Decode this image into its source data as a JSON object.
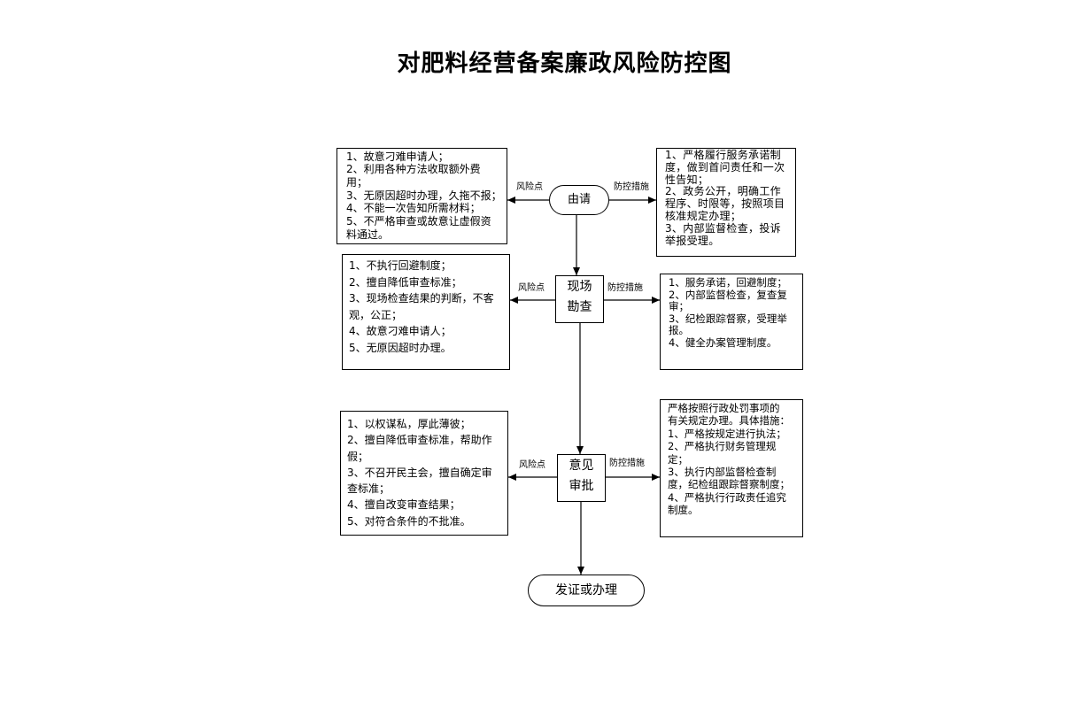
{
  "title": "对肥料经营备案廉政风险防控图",
  "stages": [
    {
      "name": [
        "由请"
      ],
      "risk_label": "风险点",
      "measure_label": "防控措施",
      "risks": [
        "1、故意刁难申请人；",
        "2、利用各种方法收取额外费",
        "用；",
        "3、无原因超时办理，久拖不报；",
        "4、不能一次告知所需材料；",
        "5、不严格审查或故意让虚假资",
        "料通过。"
      ],
      "measures": [
        "1、严格履行服务承诺制",
        "度，做到首问责任和一次",
        "性告知；",
        "2、政务公开，明确工作",
        "程序、时限等，按照项目",
        "核准规定办理；",
        "3、内部监督检查，投诉",
        "举报受理。"
      ]
    },
    {
      "name": [
        "现场",
        "勘查"
      ],
      "risk_label": "风险点",
      "measure_label": "防控措施",
      "risks": [
        "1、不执行回避制度；",
        "2、擅自降低审查标准；",
        "3、现场检查结果的判断，不客",
        "观，公正；",
        "4、故意刁难申请人；",
        "5、无原因超时办理。"
      ],
      "measures": [
        "1、服务承诺，回避制度；",
        "2、内部监督检查，复查复",
        "审；",
        "3、纪检跟踪督察，受理举",
        "报。",
        "4、健全办案管理制度。"
      ]
    },
    {
      "name": [
        "意见",
        "审批"
      ],
      "risk_label": "风险点",
      "measure_label": "防控措施",
      "risks": [
        "1、以权谋私，厚此薄彼；",
        "2、擅自降低审查标准，帮助作",
        "假；",
        "3、不召开民主会，擅自确定审",
        "查标准；",
        "4、擅自改变审查结果；",
        "5、对符合条件的不批准。"
      ],
      "measures": [
        "严格按照行政处罚事项的",
        "有关规定办理。具体措施：",
        "1、严格按规定进行执法；",
        "2、严格执行财务管理规",
        "定；",
        "3、执行内部监督检查制",
        "度，纪检组跟踪督察制度；",
        "4、严格执行行政责任追究",
        "制度。"
      ]
    }
  ],
  "end_node": "发证或办理"
}
